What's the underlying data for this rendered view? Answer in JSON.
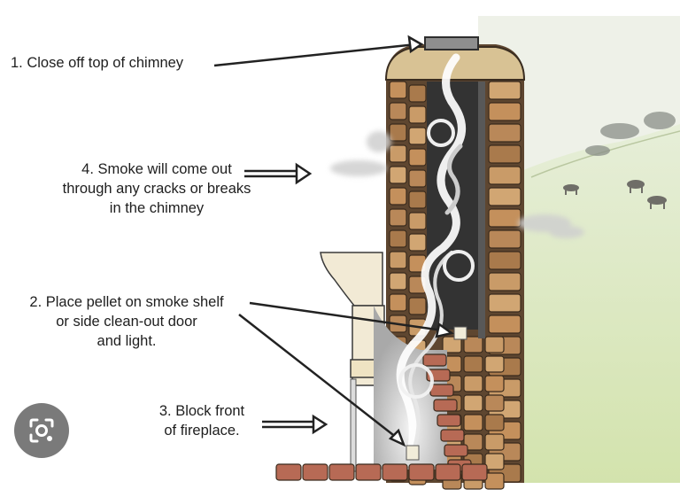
{
  "steps": [
    {
      "id": "step-1",
      "lines": [
        "1. Close off top of chimney"
      ]
    },
    {
      "id": "step-2",
      "lines": [
        "2. Place pellet on smoke shelf",
        "or side clean-out door",
        "and light."
      ]
    },
    {
      "id": "step-3",
      "lines": [
        "3. Block front",
        "of fireplace."
      ]
    },
    {
      "id": "step-4",
      "lines": [
        "4. Smoke will come out",
        "through any cracks or breaks",
        "in the chimney"
      ]
    }
  ],
  "overlay": {
    "lens_icon": "camera-search-icon"
  },
  "colors": {
    "brick": "#b76a55",
    "stone": "#c4905c",
    "mortar": "#5e4630",
    "flue": "#333333",
    "grass": "#d7e6b4",
    "smoke": "#ffffff"
  }
}
